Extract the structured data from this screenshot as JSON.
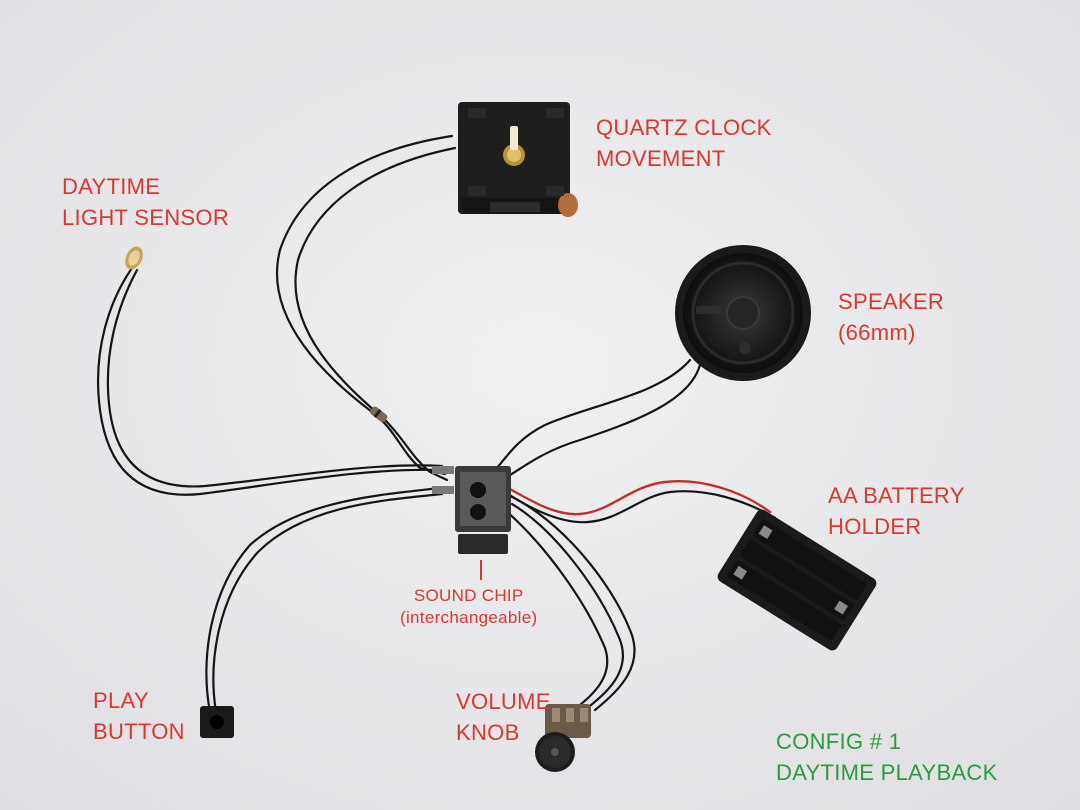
{
  "colors": {
    "label_red": "#d9382e",
    "label_green": "#2e9a3e",
    "wire_black": "#151515",
    "wire_red": "#c0302a",
    "component_black": "#1e1e1e",
    "background": "#e9e9eb"
  },
  "components": {
    "clock": {
      "line1": "QUARTZ CLOCK",
      "line2": "MOVEMENT",
      "icon": "quartz-clock-movement"
    },
    "light_sensor": {
      "line1": "DAYTIME",
      "line2": "LIGHT SENSOR",
      "icon": "photoresistor"
    },
    "speaker": {
      "line1": "SPEAKER",
      "line2": "(66mm)",
      "icon": "speaker"
    },
    "battery": {
      "line1": "AA BATTERY",
      "line2": "HOLDER",
      "icon": "battery-holder"
    },
    "sound_chip": {
      "line1": "SOUND CHIP",
      "line2": "(interchangeable)",
      "icon": "sound-chip"
    },
    "play_button": {
      "line1": "PLAY",
      "line2": "BUTTON",
      "icon": "push-button"
    },
    "volume_knob": {
      "line1": "VOLUME",
      "line2": "KNOB",
      "icon": "potentiometer"
    }
  },
  "config": {
    "line1": "CONFIG # 1",
    "line2": "DAYTIME PLAYBACK"
  }
}
